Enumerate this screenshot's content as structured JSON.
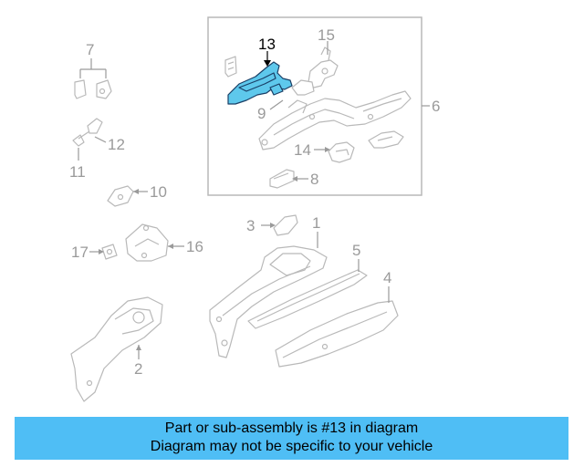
{
  "diagram": {
    "labels": {
      "l1": "1",
      "l2": "2",
      "l3": "3",
      "l4": "4",
      "l5": "5",
      "l6": "6",
      "l7": "7",
      "l8": "8",
      "l9": "9",
      "l10": "10",
      "l11": "11",
      "l12": "12",
      "l13": "13",
      "l14": "14",
      "l15": "15",
      "l16": "16",
      "l17": "17"
    },
    "highlight_color": "#5ec8ec"
  },
  "banner": {
    "line1": "Part or sub-assembly is #13 in diagram",
    "line2": "Diagram may not be specific to your vehicle",
    "background": "#4fbef5"
  }
}
